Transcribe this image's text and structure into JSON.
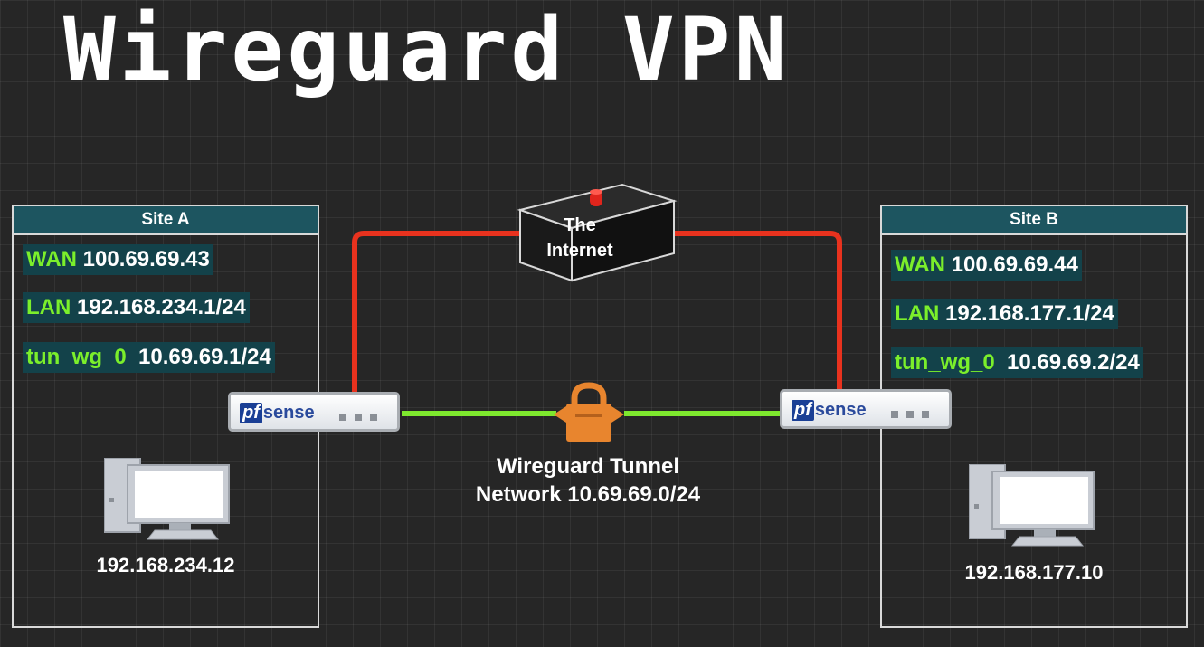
{
  "title": "Wireguard VPN",
  "colors": {
    "wan_link": "#e8321e",
    "tunnel_link": "#7ee82e",
    "site_header": "#1d5560",
    "row_bg": "#13424a",
    "label_green": "#7bef2b"
  },
  "site_a": {
    "header": "Site A",
    "rows": [
      {
        "key": "WAN",
        "value": "100.69.69.43"
      },
      {
        "key": "LAN",
        "value": "192.168.234.1/24"
      },
      {
        "key": "tun_wg_0",
        "value": " 10.69.69.1/24"
      }
    ],
    "host_ip": "192.168.234.12",
    "firewall_logo": {
      "pf": "pf",
      "sense": "sense"
    }
  },
  "site_b": {
    "header": "Site B",
    "rows": [
      {
        "key": "WAN",
        "value": "100.69.69.44"
      },
      {
        "key": "LAN",
        "value": "192.168.177.1/24"
      },
      {
        "key": "tun_wg_0",
        "value": " 10.69.69.2/24"
      }
    ],
    "host_ip": "192.168.177.10",
    "firewall_logo": {
      "pf": "pf",
      "sense": "sense"
    }
  },
  "internet": {
    "line1": "The",
    "line2": "Internet"
  },
  "tunnel": {
    "line1": "Wireguard Tunnel",
    "line2": "Network 10.69.69.0/24"
  },
  "icons": [
    "internet-router-icon",
    "lock-icon",
    "desktop-computer-icon",
    "pfsense-firewall-icon"
  ]
}
